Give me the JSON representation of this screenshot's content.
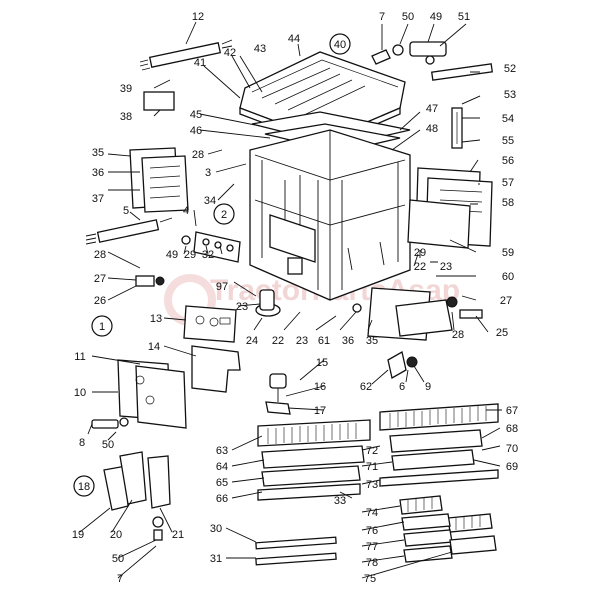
{
  "watermark": "TractorPartsAsap",
  "group_markers": [
    {
      "id": "g40",
      "text": "40"
    },
    {
      "id": "g2",
      "text": "2"
    },
    {
      "id": "g1",
      "text": "1"
    },
    {
      "id": "g18",
      "text": "18"
    }
  ],
  "part_numbers": [
    {
      "id": "p12",
      "text": "12"
    },
    {
      "id": "p7a",
      "text": "7"
    },
    {
      "id": "p50a",
      "text": "50"
    },
    {
      "id": "p49a",
      "text": "49"
    },
    {
      "id": "p51",
      "text": "51"
    },
    {
      "id": "p44",
      "text": "44"
    },
    {
      "id": "p42",
      "text": "42"
    },
    {
      "id": "p43",
      "text": "43"
    },
    {
      "id": "p41",
      "text": "41"
    },
    {
      "id": "p39",
      "text": "39"
    },
    {
      "id": "p52",
      "text": "52"
    },
    {
      "id": "p38",
      "text": "38"
    },
    {
      "id": "p53",
      "text": "53"
    },
    {
      "id": "p45",
      "text": "45"
    },
    {
      "id": "p47",
      "text": "47"
    },
    {
      "id": "p54",
      "text": "54"
    },
    {
      "id": "p46",
      "text": "46"
    },
    {
      "id": "p48",
      "text": "48"
    },
    {
      "id": "p55",
      "text": "55"
    },
    {
      "id": "p35a",
      "text": "35"
    },
    {
      "id": "p28a",
      "text": "28"
    },
    {
      "id": "p56",
      "text": "56"
    },
    {
      "id": "p36a",
      "text": "36"
    },
    {
      "id": "p3",
      "text": "3"
    },
    {
      "id": "p57",
      "text": "57"
    },
    {
      "id": "p37",
      "text": "37"
    },
    {
      "id": "p34",
      "text": "34"
    },
    {
      "id": "p58",
      "text": "58"
    },
    {
      "id": "p5",
      "text": "5"
    },
    {
      "id": "p4",
      "text": "4"
    },
    {
      "id": "p49b",
      "text": "49"
    },
    {
      "id": "p29a",
      "text": "29"
    },
    {
      "id": "p32",
      "text": "32"
    },
    {
      "id": "p59",
      "text": "59"
    },
    {
      "id": "p28b",
      "text": "28"
    },
    {
      "id": "p22a",
      "text": "22"
    },
    {
      "id": "p23a",
      "text": "23"
    },
    {
      "id": "p29b",
      "text": "29"
    },
    {
      "id": "p27a",
      "text": "27"
    },
    {
      "id": "p60",
      "text": "60"
    },
    {
      "id": "p97",
      "text": "97"
    },
    {
      "id": "p26",
      "text": "26"
    },
    {
      "id": "p27b",
      "text": "27"
    },
    {
      "id": "p23b",
      "text": "23"
    },
    {
      "id": "p13",
      "text": "13"
    },
    {
      "id": "p25",
      "text": "25"
    },
    {
      "id": "p24",
      "text": "24"
    },
    {
      "id": "p22b",
      "text": "22"
    },
    {
      "id": "p23c",
      "text": "23"
    },
    {
      "id": "p61",
      "text": "61"
    },
    {
      "id": "p36b",
      "text": "36"
    },
    {
      "id": "p35b",
      "text": "35"
    },
    {
      "id": "p28c",
      "text": "28"
    },
    {
      "id": "p11",
      "text": "11"
    },
    {
      "id": "p14",
      "text": "14"
    },
    {
      "id": "p15",
      "text": "15"
    },
    {
      "id": "p10",
      "text": "10"
    },
    {
      "id": "p62",
      "text": "62"
    },
    {
      "id": "p6",
      "text": "6"
    },
    {
      "id": "p9",
      "text": "9"
    },
    {
      "id": "p16",
      "text": "16"
    },
    {
      "id": "p17",
      "text": "17"
    },
    {
      "id": "p67",
      "text": "67"
    },
    {
      "id": "p68",
      "text": "68"
    },
    {
      "id": "p8",
      "text": "8"
    },
    {
      "id": "p50b",
      "text": "50"
    },
    {
      "id": "p70",
      "text": "70"
    },
    {
      "id": "p63",
      "text": "63"
    },
    {
      "id": "p72",
      "text": "72"
    },
    {
      "id": "p69",
      "text": "69"
    },
    {
      "id": "p64",
      "text": "64"
    },
    {
      "id": "p71",
      "text": "71"
    },
    {
      "id": "p65",
      "text": "65"
    },
    {
      "id": "p73",
      "text": "73"
    },
    {
      "id": "p66",
      "text": "66"
    },
    {
      "id": "p33",
      "text": "33"
    },
    {
      "id": "p74",
      "text": "74"
    },
    {
      "id": "p19",
      "text": "19"
    },
    {
      "id": "p20",
      "text": "20"
    },
    {
      "id": "p21",
      "text": "21"
    },
    {
      "id": "p76",
      "text": "76"
    },
    {
      "id": "p30",
      "text": "30"
    },
    {
      "id": "p77",
      "text": "77"
    },
    {
      "id": "p50c",
      "text": "50"
    },
    {
      "id": "p31",
      "text": "31"
    },
    {
      "id": "p78",
      "text": "78"
    },
    {
      "id": "p7b",
      "text": "7"
    },
    {
      "id": "p75",
      "text": "75"
    }
  ]
}
